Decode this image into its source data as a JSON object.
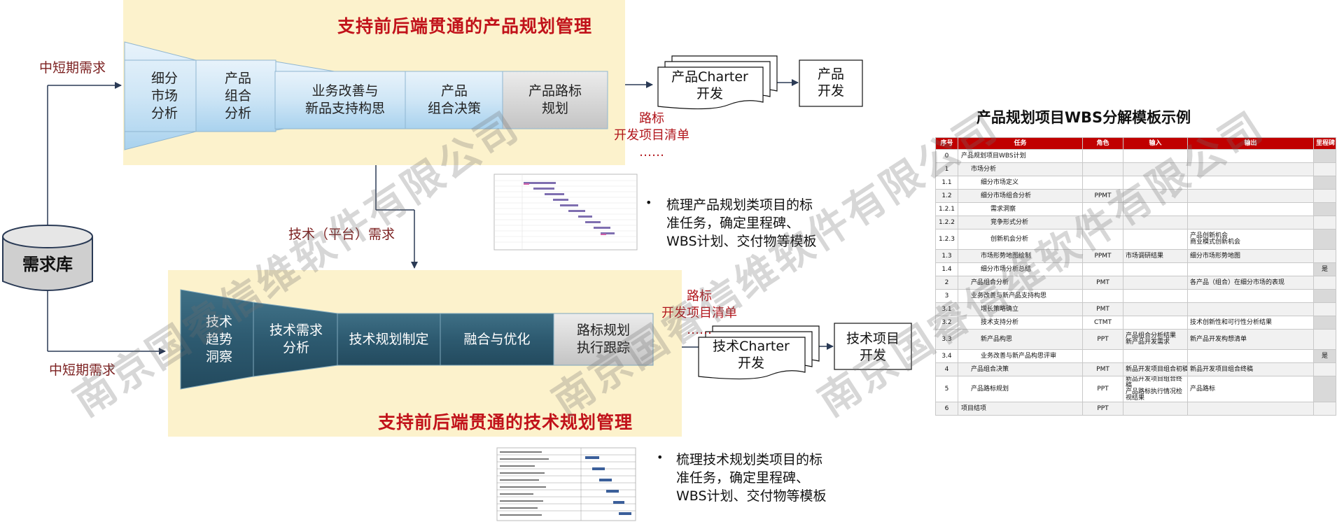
{
  "product_panel": {
    "title": "支持前后端贯通的产品规划管理",
    "stages": [
      "细分\n市场\n分析",
      "产品\n组合\n分析",
      "业务改善与\n新品支持构思",
      "产品\n组合决策",
      "产品路标\n规划"
    ],
    "charter": "产品Charter\n开发",
    "dev": "产品\n开发",
    "output": "路标\n开发项目清单\n……",
    "bullet": "梳理产品规划类项目的标\n准任务，确定里程碑、\nWBS计划、交付物等模板"
  },
  "tech_panel": {
    "title": "支持前后端贯通的技术规划管理",
    "stages": [
      "技术\n趋势\n洞察",
      "技术需求\n分析",
      "技术规划制定",
      "融合与优化",
      "路标规划\n执行跟踪"
    ],
    "charter": "技术Charter\n开发",
    "dev": "技术项目\n开发",
    "output": "路标\n开发项目清单\n……",
    "bullet": "梳理技术规划类项目的标\n准任务，确定里程碑、\nWBS计划、交付物等模板"
  },
  "labels": {
    "mid_short_top": "中短期需求",
    "mid_short_bottom": "中短期需求",
    "tech_demand": "技术（平台）需求",
    "demand_db": "需求库"
  },
  "wbs": {
    "title": "产品规划项目WBS分解模板示例",
    "headers": [
      "序号",
      "任务",
      "角色",
      "输入",
      "输出",
      "里程碑"
    ],
    "rows": [
      {
        "no": "0",
        "task": "产品规划项目WBS计划",
        "indent": 0,
        "role": "",
        "input": "",
        "output": "",
        "ms": ""
      },
      {
        "no": "1",
        "task": "市场分析",
        "indent": 1,
        "role": "",
        "input": "",
        "output": "",
        "ms": ""
      },
      {
        "no": "1.1",
        "task": "细分市场定义",
        "indent": 2,
        "role": "",
        "input": "",
        "output": "",
        "ms": ""
      },
      {
        "no": "1.2",
        "task": "细分市场组合分析",
        "indent": 2,
        "role": "PPMT",
        "input": "",
        "output": "",
        "ms": ""
      },
      {
        "no": "1.2.1",
        "task": "需求洞察",
        "indent": 3,
        "role": "",
        "input": "",
        "output": "",
        "ms": ""
      },
      {
        "no": "1.2.2",
        "task": "竞争形式分析",
        "indent": 3,
        "role": "",
        "input": "",
        "output": "",
        "ms": ""
      },
      {
        "no": "1.2.3",
        "task": "创新机会分析",
        "indent": 3,
        "role": "",
        "input": "",
        "output": "产品创新机会\n商业模式创新机会",
        "ms": "",
        "tall": true
      },
      {
        "no": "1.3",
        "task": "市场形势地图绘制",
        "indent": 2,
        "role": "PPMT",
        "input": "市场调研结果",
        "output": "细分市场形势地图",
        "ms": ""
      },
      {
        "no": "1.4",
        "task": "细分市场分析总结",
        "indent": 2,
        "role": "",
        "input": "",
        "output": "",
        "ms": "是"
      },
      {
        "no": "2",
        "task": "产品组合分析",
        "indent": 1,
        "role": "PMT",
        "input": "",
        "output": "各产品（组合）在细分市场的表现",
        "ms": ""
      },
      {
        "no": "3",
        "task": "业务改善与新产品支持构思",
        "indent": 1,
        "role": "",
        "input": "",
        "output": "",
        "ms": ""
      },
      {
        "no": "3.1",
        "task": "增长策略确立",
        "indent": 2,
        "role": "PMT",
        "input": "",
        "output": "",
        "ms": ""
      },
      {
        "no": "3.2",
        "task": "技术支持分析",
        "indent": 2,
        "role": "CTMT",
        "input": "",
        "output": "技术创新性和可行性分析结果",
        "ms": ""
      },
      {
        "no": "3.3",
        "task": "新产品构思",
        "indent": 2,
        "role": "PPT",
        "input": "产品组合分析结果\n新产品开发需求",
        "output": "新产品开发构想清单",
        "ms": "",
        "tall": true
      },
      {
        "no": "3.4",
        "task": "业务改善与新产品构思评审",
        "indent": 2,
        "role": "",
        "input": "",
        "output": "",
        "ms": "是"
      },
      {
        "no": "4",
        "task": "产品组合决策",
        "indent": 1,
        "role": "PMT",
        "input": "新品开发项目组合初稿",
        "output": "新品开发项目组合终稿",
        "ms": ""
      },
      {
        "no": "5",
        "task": "产品路标规划",
        "indent": 1,
        "role": "PPT",
        "input": "新品开发项目组合终稿\n产品路标执行情况检视结果",
        "output": "产品路标",
        "ms": "",
        "tall": true
      },
      {
        "no": "6",
        "task": "项目结项",
        "indent": 0,
        "role": "PPT",
        "input": "",
        "output": "",
        "ms": ""
      }
    ]
  },
  "watermark": "南京国睿信维软件有限公司"
}
